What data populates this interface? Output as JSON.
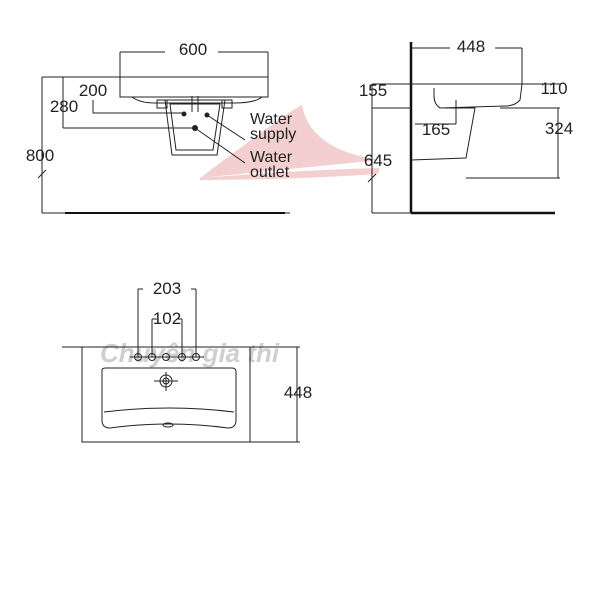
{
  "front_view": {
    "width": "600",
    "depth_200": "200",
    "depth_280": "280",
    "height_800": "800",
    "water_supply": [
      "Water",
      "supply"
    ],
    "water_outlet": [
      "Water",
      "outlet"
    ]
  },
  "side_view": {
    "depth": "448",
    "dim_155": "155",
    "dim_110": "110",
    "dim_165": "165",
    "dim_324": "324",
    "dim_645": "645"
  },
  "top_view": {
    "hole_spacing_outer": "203",
    "hole_spacing_inner": "102",
    "depth": "448"
  },
  "watermark": {
    "text": "Chuyên gia thi",
    "color": "#e8a0a0"
  }
}
